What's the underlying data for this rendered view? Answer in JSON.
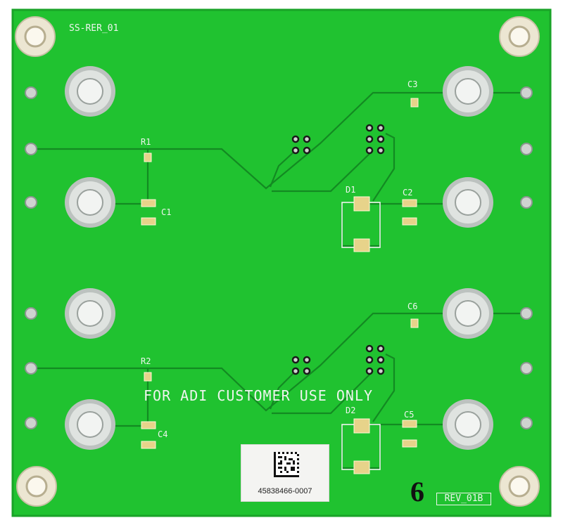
{
  "board": {
    "name": "SS-RER_01",
    "legend": "FOR ADI CUSTOMER USE ONLY",
    "revision": "REV_01B",
    "part_label": "45838466-0007",
    "handwritten_mark": "6",
    "refdes": {
      "r1": "R1",
      "r2": "R2",
      "c1": "C1",
      "c2": "C2",
      "c3": "C3",
      "c4": "C4",
      "c5": "C5",
      "c6": "C6",
      "d1": "D1",
      "d2": "D2"
    }
  },
  "colors": {
    "solder_mask": "#20c230",
    "solder_mask_edge": "#1aa328",
    "silkscreen": "#eef5ee",
    "pad_gold": "#e7d38a",
    "plated_hole": "#cfd3d0"
  }
}
